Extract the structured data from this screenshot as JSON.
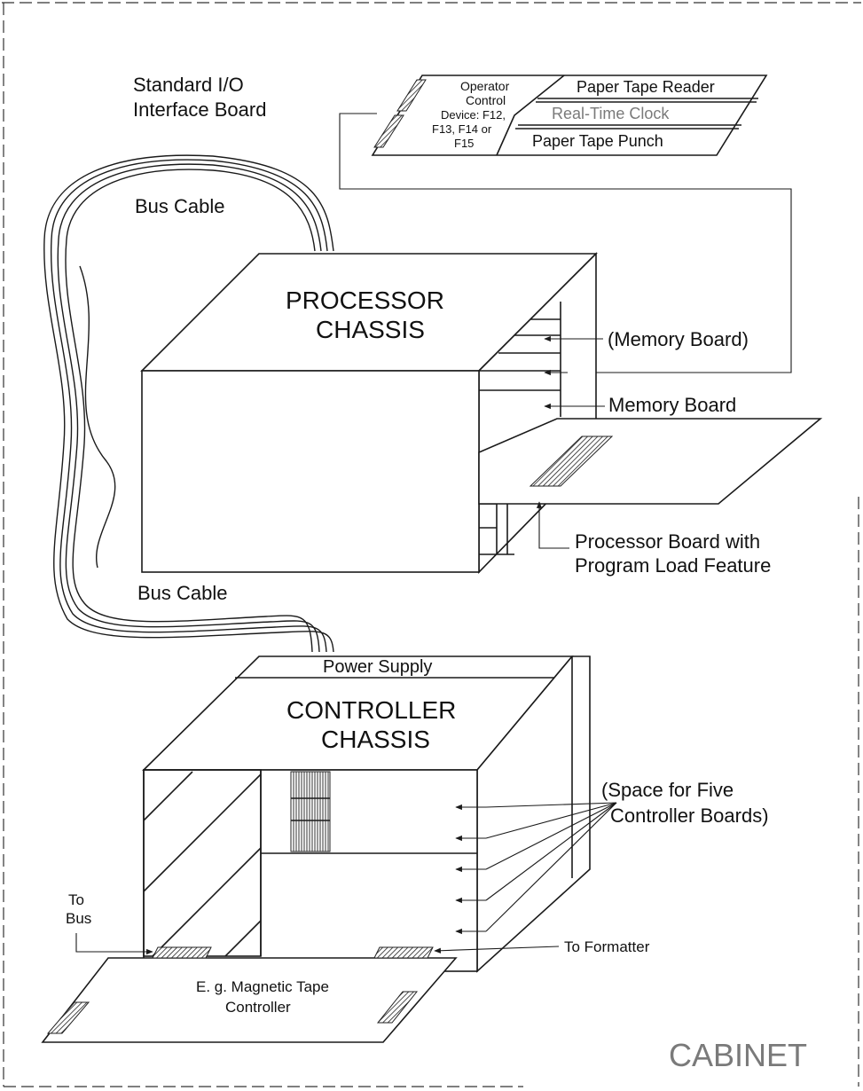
{
  "io_board": {
    "title_line1": "Standard I/O",
    "title_line2": "Interface Board",
    "operator_line1": "Operator",
    "operator_line2": "Control",
    "operator_line3": "Device: F12,",
    "operator_line4": "F13, F14 or",
    "operator_line5": "F15",
    "slot1": "Paper Tape Reader",
    "slot2": "Real-Time Clock",
    "slot3": "Paper Tape Punch"
  },
  "cables": {
    "upper": "Bus Cable",
    "lower": "Bus Cable"
  },
  "processor": {
    "title_line1": "PROCESSOR",
    "title_line2": "CHASSIS",
    "memory_optional": "(Memory Board)",
    "memory": "Memory Board",
    "board_line1": "Processor Board with",
    "board_line2": "Program Load Feature"
  },
  "controller": {
    "power_supply": "Power Supply",
    "title_line1": "CONTROLLER",
    "title_line2": "CHASSIS",
    "space_line1": "(Space for Five",
    "space_line2": "Controller Boards)",
    "to_bus_line1": "To",
    "to_bus_line2": "Bus",
    "to_formatter": "To Formatter",
    "example_line1": "E. g. Magnetic Tape",
    "example_line2": "Controller"
  },
  "cabinet_label": "CABINET"
}
